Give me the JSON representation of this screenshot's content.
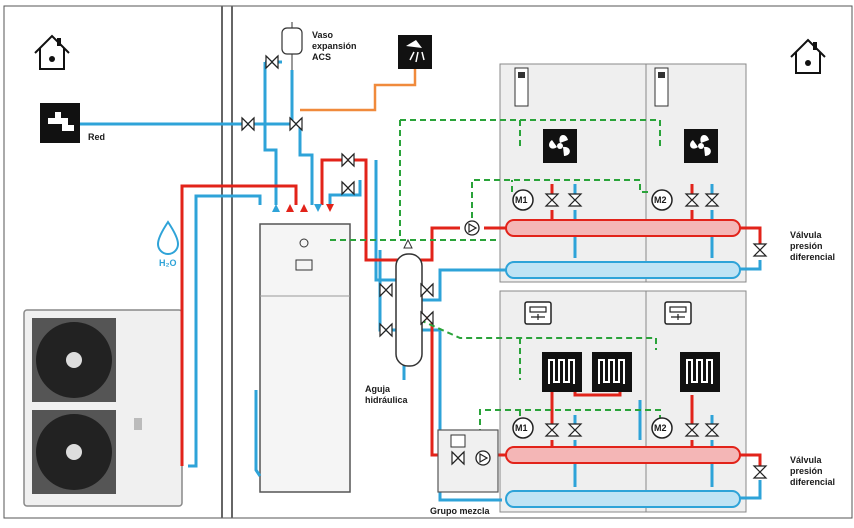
{
  "labels": {
    "vaso_expansion": "Vaso\nexpansión\nACS",
    "red": "Red",
    "h2o": "H₂O",
    "aguja_hidraulica": "Aguja\nhidráulica",
    "grupo_mezcla": "Grupo mezcla",
    "valvula_top": "Válvula\npresión\ndiferencial",
    "valvula_bottom": "Válvula\npresión\ndiferencial",
    "m1_top": "M1",
    "m2_top": "M2",
    "m1_bottom": "M1",
    "m2_bottom": "M2"
  },
  "colors": {
    "hot_pipe": "#e2231a",
    "cold_pipe": "#2ea3d8",
    "dhw_pipe": "#f08a3c",
    "control_line": "#2aa33a",
    "zone_fill": "#efefef",
    "icon_dark": "#111111",
    "manifold_hot_fill": "#f4b6b6",
    "manifold_cold_fill": "#bfe3f4"
  },
  "icons": [
    "house-icon",
    "house-icon",
    "shower-icon",
    "tap-icon",
    "water-drop-icon",
    "fan-icon",
    "thermostat-icon",
    "radiant-floor-icon",
    "pump-icon",
    "valve-icon",
    "expansion-vessel-icon"
  ]
}
